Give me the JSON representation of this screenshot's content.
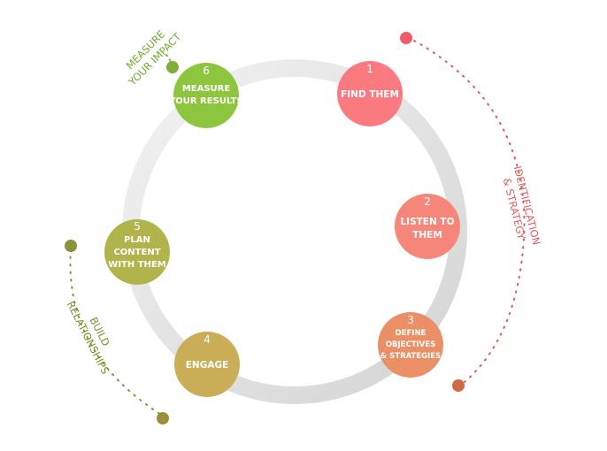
{
  "steps": [
    {
      "number": "1",
      "lines": [
        "FIND THEM"
      ],
      "color": "#fb7a80"
    },
    {
      "number": "2",
      "lines": [
        "LISTEN TO",
        "THEM"
      ],
      "color": "#f7867a"
    },
    {
      "number": "3",
      "lines": [
        "DEFINE",
        "OBJECTIVES",
        "& STRATEGIES"
      ],
      "color": "#ea8f66"
    },
    {
      "number": "4",
      "lines": [
        "ENGAGE"
      ],
      "color": "#c9ad57"
    },
    {
      "number": "5",
      "lines": [
        "PLAN",
        "CONTENT",
        "WITH THEM"
      ],
      "color": "#b0b44b"
    },
    {
      "number": "6",
      "lines": [
        "MEASURE",
        "YOUR RESULTS"
      ],
      "color": "#8ec53f"
    }
  ],
  "phases": {
    "measure": {
      "lines": [
        "MEASURE",
        "YOUR IMPACT"
      ],
      "color": "#6fae2f"
    },
    "identification": {
      "lines": [
        "IDENTIFICATION",
        "& STRATEGY"
      ],
      "color": "#e55b5b"
    },
    "relationships": {
      "lines": [
        "BUILD",
        "RELATIONSHIPS"
      ],
      "color": "#7a8f2b"
    }
  },
  "colors": {
    "ring": "#e3e3e3",
    "dot_red": "#f05b6a",
    "dot_orange": "#cf6a44",
    "dot_green": "#7fae36",
    "dot_olive": "#8c9238",
    "dot_olive_dark": "#9b8f3a"
  }
}
